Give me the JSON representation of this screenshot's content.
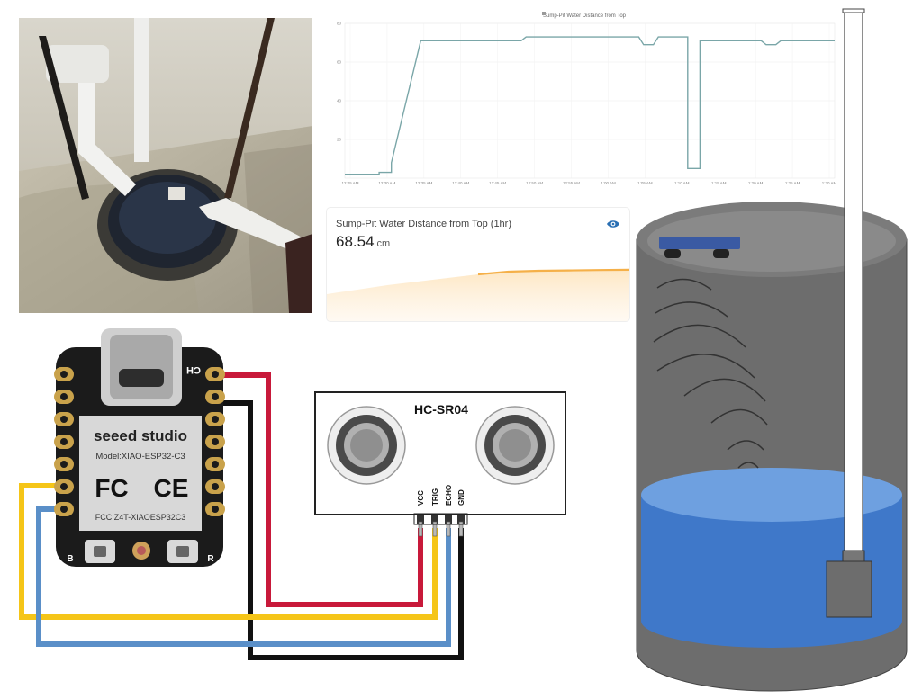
{
  "history_chart": {
    "title": "Sump-Pit Water Distance from Top",
    "y_ticks": [
      "80",
      "60",
      "40",
      "20"
    ],
    "x_ticks": [
      "12:05 AM",
      "12:30 AM",
      "12:35 AM",
      "12:40 AM",
      "12:45 AM",
      "12:50 AM",
      "12:55 AM",
      "1:00 AM",
      "1:05 AM",
      "1:10 AM",
      "1:15 AM",
      "1:20 AM",
      "1:25 AM",
      "1:30 AM"
    ]
  },
  "chart_data": [
    {
      "type": "line",
      "title": "Sump-Pit Water Distance from Top",
      "xlabel": "",
      "ylabel": "",
      "ylim": [
        0,
        80
      ],
      "grid": true,
      "series": [
        {
          "color": "#7aa6a8",
          "x": [
            0,
            0.07,
            0.07,
            0.095,
            0.095,
            0.155,
            0.36,
            0.37,
            0.6,
            0.61,
            0.63,
            0.64,
            0.7,
            0.7,
            0.725,
            0.725,
            0.755,
            0.85,
            0.86,
            0.88,
            0.89,
            1.0
          ],
          "values": [
            2,
            2,
            3,
            3,
            8,
            71,
            71,
            73,
            73,
            69,
            69,
            73,
            73,
            5,
            5,
            71,
            71,
            71,
            69,
            69,
            71,
            71
          ]
        }
      ]
    },
    {
      "type": "area",
      "title": "Sump-Pit Water Distance from Top (1hr)",
      "ylim": [
        0,
        80
      ],
      "series": [
        {
          "color": "#f5b049",
          "x": [
            0,
            0.2,
            0.4,
            0.5,
            0.6,
            0.7,
            0.8,
            0.9,
            1.0
          ],
          "values": [
            55,
            60,
            64,
            66,
            67.5,
            68,
            68.2,
            68.4,
            68.54
          ]
        }
      ]
    }
  ],
  "gauge_card": {
    "title": "Sump-Pit Water Distance from Top (1hr)",
    "value": "68.54",
    "unit": "cm",
    "icon": "eye-icon"
  },
  "board": {
    "label_brand": "seeed studio",
    "label_model": "Model:XIAO-ESP32-C3",
    "label_fc": "FC",
    "label_ce": "CE",
    "label_fcc": "FCC:Z4T-XIAOESP32C3",
    "label_ch": "CH",
    "label_b": "B",
    "label_r": "R"
  },
  "sensor": {
    "name": "HC-SR04",
    "pins": [
      "VCC",
      "TRIG",
      "ECHO",
      "GND"
    ]
  },
  "colors": {
    "wire_vcc": "#c8193a",
    "wire_trig": "#f5c518",
    "wire_echo": "#5a8fc8",
    "wire_gnd": "#111111",
    "tank_body": "#6d6d6d",
    "water": "#3f78c9",
    "accent_orange": "#f5b049"
  }
}
